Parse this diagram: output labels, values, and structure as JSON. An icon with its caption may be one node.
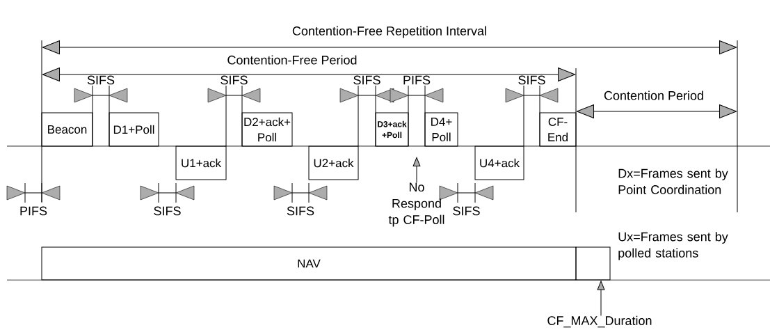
{
  "diagram": {
    "nodes": [
      {
        "text": [
          "Beacon"
        ]
      },
      {
        "text": [
          "D1+Poll"
        ]
      },
      {
        "text": [
          "U1+ack"
        ]
      },
      {
        "text": [
          "D2+ack+ Poll"
        ]
      },
      {
        "text": [
          "U2+ack"
        ]
      },
      {
        "text": [
          "D3+ack +Poll"
        ]
      },
      {
        "text": [
          "D4+ Poll"
        ]
      },
      {
        "text": [
          "U4+ack"
        ]
      },
      {
        "text": [
          "CF- End"
        ]
      },
      {
        "text": [
          "No Respond tp CF-Poll"
        ]
      },
      {
        "text": [
          "NAV"
        ]
      },
      {
        "text": [],
        "shape": "box"
      },
      {
        "text": [
          "CF_MAX_Duration"
        ]
      }
    ],
    "edges": [
      {
        "from": 9,
        "to": null,
        "arrow": "to"
      },
      {
        "from": 12,
        "to": 11,
        "arrow": "to"
      }
    ],
    "labels": [
      "Contention-Free Repetition Interval",
      "Contention-Free Period",
      "SIFS",
      "SIFS",
      "SIFS",
      "PIFS",
      "SIFS",
      "Contention Period",
      "PIFS",
      "SIFS",
      "SIFS",
      "SIFS",
      "Dx=Frames sent by Point Coordination",
      "Ux=Frames sent by polled stations"
    ]
  }
}
